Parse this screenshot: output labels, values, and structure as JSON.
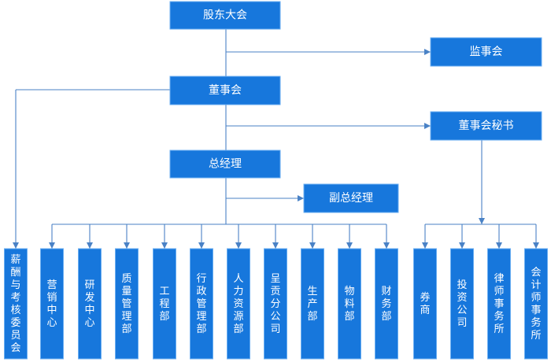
{
  "org_chart": {
    "shareholders": "股东大会",
    "supervisors": "监事会",
    "board": "董事会",
    "board_secretary": "董事会秘书",
    "general_manager": "总经理",
    "deputy_gm": "副总经理",
    "departments": [
      "薪酬与考核委员会",
      "营销中心",
      "研发中心",
      "质量管理部",
      "工程部",
      "行政管理部",
      "人力资源部",
      "呈贡分公司",
      "生产部",
      "物料部",
      "财务部"
    ],
    "secretary_units": [
      "券商",
      "投资公司",
      "律师事务所",
      "会计师事务所"
    ]
  },
  "colors": {
    "box_fill": "#1777dc",
    "box_text": "#ffffff",
    "connector": "#4a82c6"
  }
}
